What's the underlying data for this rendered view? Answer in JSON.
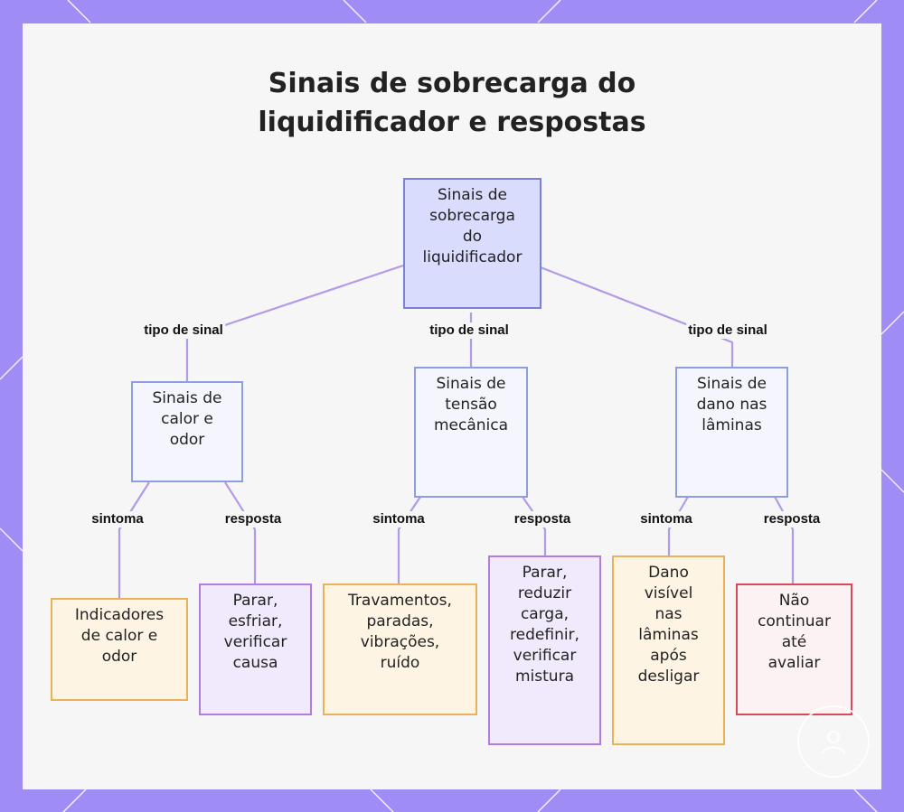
{
  "title": {
    "line1": "Sinais de sobrecarga do",
    "line2": "liquidificador e respostas"
  },
  "nodes": {
    "root": [
      "Sinais de",
      "sobrecarga",
      "do",
      "liquidificador"
    ],
    "heat": [
      "Sinais de",
      "calor e",
      "odor"
    ],
    "mech": [
      "Sinais de",
      "tensão",
      "mecânica"
    ],
    "blade": [
      "Sinais de",
      "dano nas",
      "lâminas"
    ],
    "heat_symptom": [
      "Indicadores",
      "de calor e",
      "odor"
    ],
    "heat_response": [
      "Parar,",
      "esfriar,",
      "verificar",
      "causa"
    ],
    "mech_symptom": [
      "Travamentos,",
      "paradas,",
      "vibrações,",
      "ruído"
    ],
    "mech_response": [
      "Parar,",
      "reduzir",
      "carga,",
      "redefinir,",
      "verificar",
      "mistura"
    ],
    "blade_symptom": [
      "Dano",
      "visível",
      "nas",
      "lâminas",
      "após",
      "desligar"
    ],
    "blade_response": [
      "Não",
      "continuar",
      "até",
      "avaliar"
    ]
  },
  "edge_labels": {
    "signal_type": "tipo de sinal",
    "symptom": "sintoma",
    "response": "resposta"
  },
  "colors": {
    "frame": "#a08cf5",
    "edge": "#b39ae6"
  }
}
